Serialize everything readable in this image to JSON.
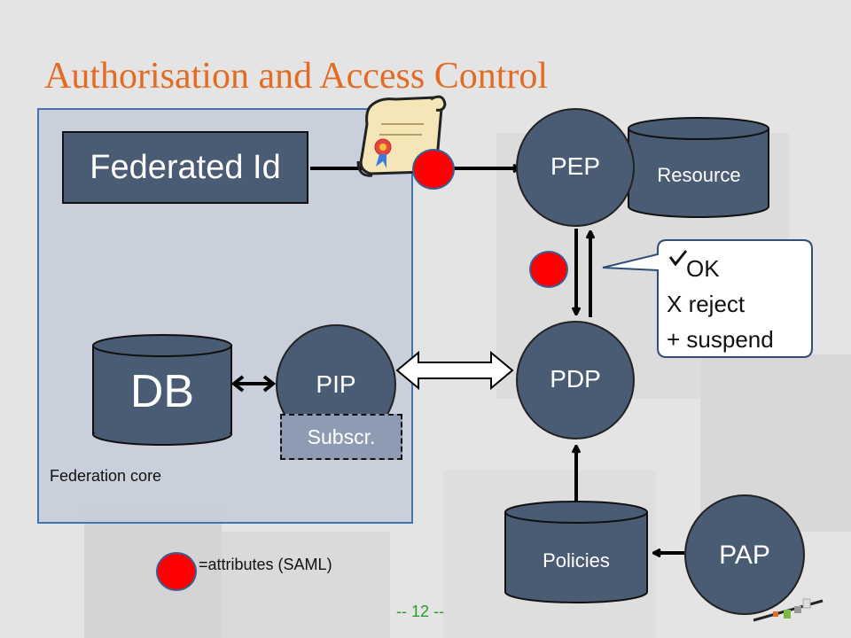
{
  "slide": {
    "title": "Authorisation and Access Control",
    "page_number": "-- 12 --"
  },
  "federation_core": {
    "label": "Federation core",
    "federated_id": "Federated Id",
    "db": "DB",
    "pip": "PIP",
    "subscr": "Subscr."
  },
  "nodes": {
    "pep": "PEP",
    "pdp": "PDP",
    "pap": "PAP",
    "resource": "Resource",
    "policies": "Policies"
  },
  "callout": {
    "ok": "OK",
    "reject": "X reject",
    "suspend": "+ suspend"
  },
  "legend": {
    "attributes": "=attributes (SAML)"
  },
  "colors": {
    "title": "#e36c24",
    "node_fill": "#4a5b74",
    "attribute_dot": "#ff0000",
    "federation_core_fill": "#c9cfdb",
    "page_number": "#2a9d2a"
  }
}
